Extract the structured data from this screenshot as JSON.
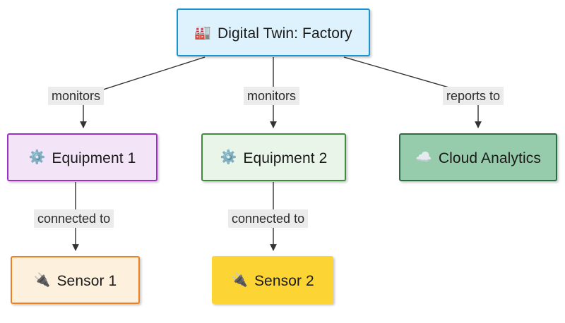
{
  "diagram": {
    "type": "flowchart",
    "background": "#ffffff",
    "nodes": [
      {
        "id": "factory",
        "label": "Digital Twin: Factory",
        "icon": "factory-icon",
        "icon_glyph": "🏭",
        "fill": "#ddf2fd",
        "stroke": "#1d94d2",
        "text_color": "#1a1a1a"
      },
      {
        "id": "equipment-1",
        "label": "Equipment 1",
        "icon": "gear-icon",
        "icon_glyph": "⚙️",
        "fill": "#f3e4f8",
        "stroke": "#9c30c4",
        "text_color": "#1a1a1a"
      },
      {
        "id": "equipment-2",
        "label": "Equipment 2",
        "icon": "gear-icon",
        "icon_glyph": "⚙️",
        "fill": "#e9f5e9",
        "stroke": "#3f8c3f",
        "text_color": "#1a1a1a"
      },
      {
        "id": "cloud-analytics",
        "label": "Cloud Analytics",
        "icon": "cloud-icon",
        "icon_glyph": "☁️",
        "fill": "#96ccab",
        "stroke": "#2e6b45",
        "text_color": "#1a1a1a"
      },
      {
        "id": "sensor-1",
        "label": "Sensor 1",
        "icon": "plug-icon",
        "icon_glyph": "🔌",
        "fill": "#fdf0dc",
        "stroke": "#ef7f1f",
        "text_color": "#1a1a1a"
      },
      {
        "id": "sensor-2",
        "label": "Sensor 2",
        "icon": "plug-icon",
        "icon_glyph": "🔌",
        "fill": "#fcd434",
        "stroke": "#fcd434",
        "text_color": "#1a1a1a"
      }
    ],
    "edges": [
      {
        "id": "factory-equipment-1",
        "from": "factory",
        "to": "equipment-1",
        "label": "monitors"
      },
      {
        "id": "factory-equipment-2",
        "from": "factory",
        "to": "equipment-2",
        "label": "monitors"
      },
      {
        "id": "factory-cloud",
        "from": "factory",
        "to": "cloud-analytics",
        "label": "reports to"
      },
      {
        "id": "equipment-1-sensor-1",
        "from": "equipment-1",
        "to": "sensor-1",
        "label": "connected to"
      },
      {
        "id": "equipment-2-sensor-2",
        "from": "equipment-2",
        "to": "sensor-2",
        "label": "connected to"
      }
    ],
    "edge_style": {
      "line_color": "#333333",
      "label_background": "#ebebeb",
      "label_color": "#2b2b2b",
      "arrowhead": "solid-triangle"
    }
  }
}
